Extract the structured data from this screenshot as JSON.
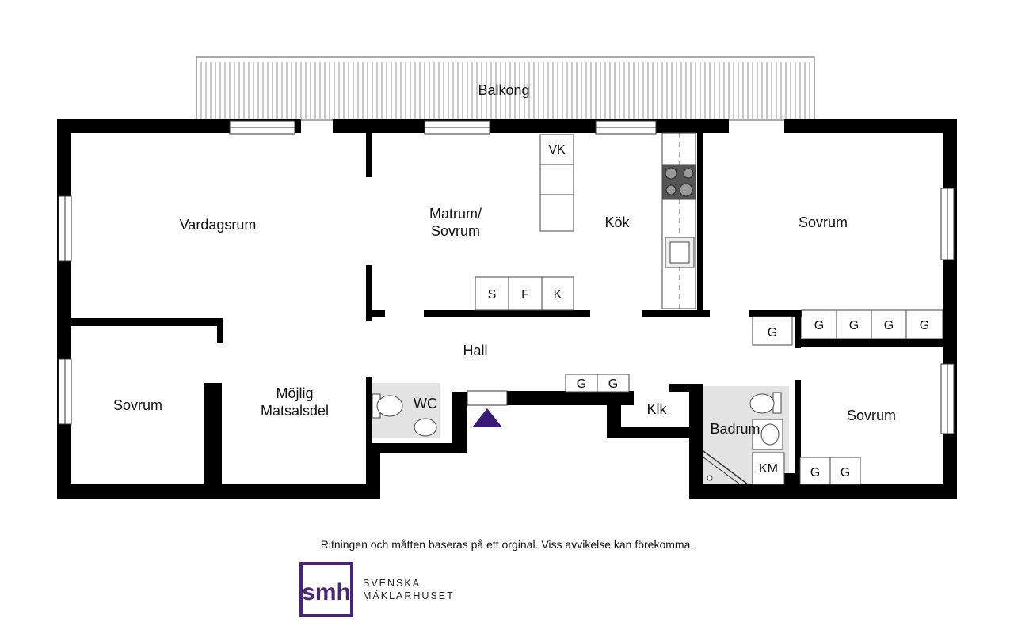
{
  "rooms": {
    "balkong": "Balkong",
    "vardagsrum": "Vardagsrum",
    "matrum_line1": "Matrum/",
    "matrum_line2": "Sovrum",
    "kok": "Kök",
    "sovrum_ne": "Sovrum",
    "sovrum_w": "Sovrum",
    "sovrum_se": "Sovrum",
    "mojlig_line1": "Möjlig",
    "mojlig_line2": "Matsalsdel",
    "hall": "Hall",
    "wc": "WC",
    "klk": "Klk",
    "badrum": "Badrum"
  },
  "fixtures": {
    "vk": "VK",
    "s": "S",
    "f": "F",
    "k": "K",
    "g": "G",
    "km": "KM"
  },
  "footer": {
    "disclaimer": "Ritningen och måtten baseras på ett orginal. Viss avvikelse kan förekomma.",
    "brand_mark": "smh",
    "brand_line1": "SVENSKA",
    "brand_line2": "MÄKLARHUSET"
  },
  "colors": {
    "wall": "#000000",
    "wet_room": "#e3e3e3",
    "entrance_arrow": "#3b1a78",
    "brand": "#4a2577"
  }
}
